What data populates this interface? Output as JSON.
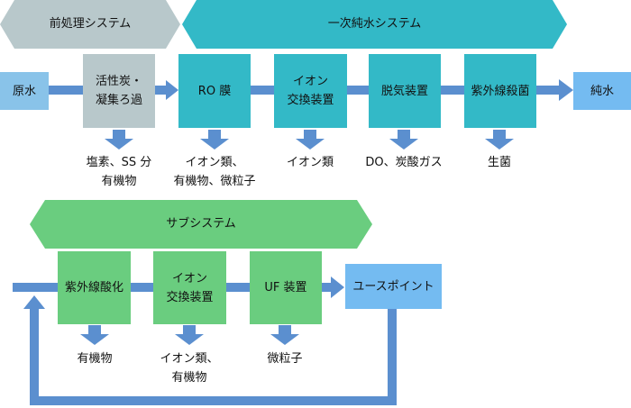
{
  "colors": {
    "primary_banner": "#33b9c7",
    "pretreatment_banner": "#b8c8cb",
    "sub_banner": "#6acd7f",
    "flow_arrow": "#5b8fcf",
    "raw_water_box": "#89c3e9",
    "pure_water_box": "#74bbf1",
    "use_point_box": "#74bbf1"
  },
  "banners": {
    "pretreatment": "前処理システム",
    "primary": "一次純水システム",
    "sub": "サブシステム"
  },
  "primary_system": {
    "raw_water": "原水",
    "pure_water": "純水",
    "steps": [
      {
        "label": "活性炭・\n凝集ろ過",
        "removes": "塩素、SS 分\n有機物"
      },
      {
        "label": "RO 膜",
        "removes": "イオン類、\n有機物、微粒子"
      },
      {
        "label": "イオン\n交換装置",
        "removes": "イオン類"
      },
      {
        "label": "脱気装置",
        "removes": "DO、炭酸ガス"
      },
      {
        "label": "紫外線殺菌",
        "removes": "生菌"
      }
    ]
  },
  "sub_system": {
    "use_point": "ユースポイント",
    "steps": [
      {
        "label": "紫外線酸化",
        "removes": "有機物"
      },
      {
        "label": "イオン\n交換装置",
        "removes": "イオン類、\n有機物"
      },
      {
        "label": "UF 装置",
        "removes": "微粒子"
      }
    ]
  }
}
